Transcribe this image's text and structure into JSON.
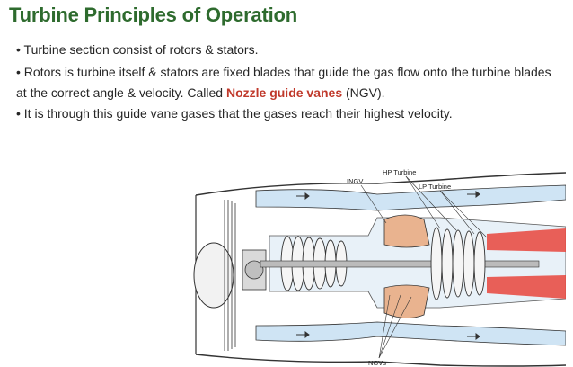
{
  "slide": {
    "title": "Turbine Principles of Operation",
    "bullets": {
      "b1": "• Turbine section consist of rotors & stators.",
      "b2_pre": "• Rotors is turbine itself & stators are fixed blades that guide the gas flow onto the turbine blades at the correct angle & velocity. Called ",
      "b2_highlight": "Nozzle guide vanes",
      "b2_post": " (NGV).",
      "b3": "• It is through this guide vane gases that  the gases reach their highest velocity."
    }
  },
  "diagram": {
    "labels": {
      "hp_turbine": "HP Turbine",
      "lp_turbine": "LP Turbine",
      "ingv": "INGV",
      "ngvs": "NGVs"
    }
  }
}
